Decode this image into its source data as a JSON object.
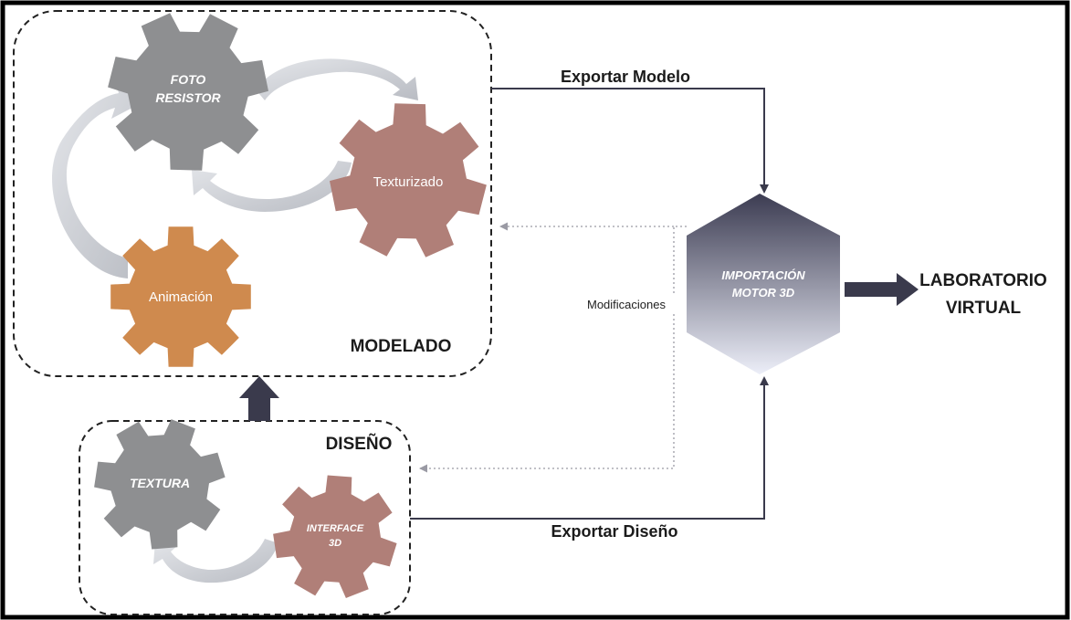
{
  "gears": {
    "foto_resistor": {
      "line1": "FOTO",
      "line2": "RESISTOR",
      "color": "#8e8f91"
    },
    "texturizado": {
      "label": "Texturizado",
      "color": "#b07f78"
    },
    "animacion": {
      "label": "Animación",
      "color": "#cf8a4e"
    },
    "textura": {
      "label": "TEXTURA",
      "color": "#8e8f91"
    },
    "interface_3d": {
      "line1": "INTERFACE",
      "line2": "3D",
      "color": "#b07f78"
    }
  },
  "groups": {
    "modelado": "MODELADO",
    "diseno": "DISEÑO"
  },
  "connections": {
    "exportar_modelo": "Exportar Modelo",
    "exportar_diseno": "Exportar Diseño",
    "modificaciones": "Modificaciones"
  },
  "engine": {
    "line1": "IMPORTACIÓN",
    "line2": "MOTOR 3D"
  },
  "output": {
    "line1": "LABORATORIO",
    "line2": "VIRTUAL"
  },
  "colors": {
    "frame": "#000000",
    "arrow_dark": "#3a3a4c",
    "cycle_arrow": "#cfd2d8",
    "hex_top": "#3c3c52",
    "hex_bottom": "#e7eaf6"
  }
}
